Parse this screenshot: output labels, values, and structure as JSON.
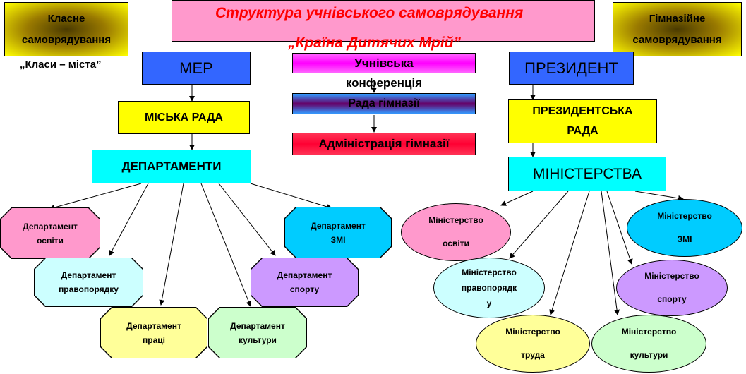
{
  "top_left": {
    "line1": "Класне",
    "line2": "самоврядування",
    "caption": "„Класи – міста”"
  },
  "top_right": {
    "line1": "Гімназійне",
    "line2": "самоврядування"
  },
  "title": {
    "line1": "Структура учнівського самоврядування",
    "line2": "„Країна Дитячих Мрій”"
  },
  "center": {
    "conference_line1": "Учнівська",
    "conference_line2": "конференція",
    "council": "Рада гімназії",
    "administration": "Адміністрація гімназії"
  },
  "left": {
    "mayor": "МЕР",
    "city_council": "МІСЬКА РАДА",
    "departments": "ДЕПАРТАМЕНТИ",
    "items": [
      {
        "line1": "Департамент",
        "line2": "освіти",
        "color": "#ff99cc"
      },
      {
        "line1": "Департамент",
        "line2": "правопорядку",
        "color": "#ccffff"
      },
      {
        "line1": "Департамент",
        "line2": "праці",
        "color": "#ffff99"
      },
      {
        "line1": "Департамент",
        "line2": "культури",
        "color": "#ccffcc"
      },
      {
        "line1": "Департамент",
        "line2": "спорту",
        "color": "#cc99ff"
      },
      {
        "line1": "Департамент",
        "line2": "ЗМІ",
        "color": "#00ccff"
      }
    ]
  },
  "right": {
    "president": "ПРЕЗИДЕНТ",
    "council_line1": "ПРЕЗИДЕНТСЬКА",
    "council_line2": "РАДА",
    "ministries": "МІНІСТЕРСТВА",
    "items": [
      {
        "line1": "Міністерство",
        "line2": "освіти",
        "color": "#ff99cc"
      },
      {
        "line1": "Міністерство",
        "line2": "правопорядк",
        "line3": "у",
        "color": "#ccffff"
      },
      {
        "line1": "Міністерство",
        "line2": "труда",
        "color": "#ffff99"
      },
      {
        "line1": "Міністерство",
        "line2": "культури",
        "color": "#ccffcc"
      },
      {
        "line1": "Міністерство",
        "line2": "спорту",
        "color": "#cc99ff"
      },
      {
        "line1": "Міністерство",
        "line2": "ЗМІ",
        "color": "#00ccff"
      }
    ]
  },
  "colors": {
    "title_bg": "#ff99cc",
    "title_text": "#ff0000",
    "blue": "#3366ff",
    "yellow": "#ffff00",
    "cyan": "#00ffff",
    "conference": "#ff00ff",
    "council": "#3366cc",
    "administration": "#ff0033"
  }
}
